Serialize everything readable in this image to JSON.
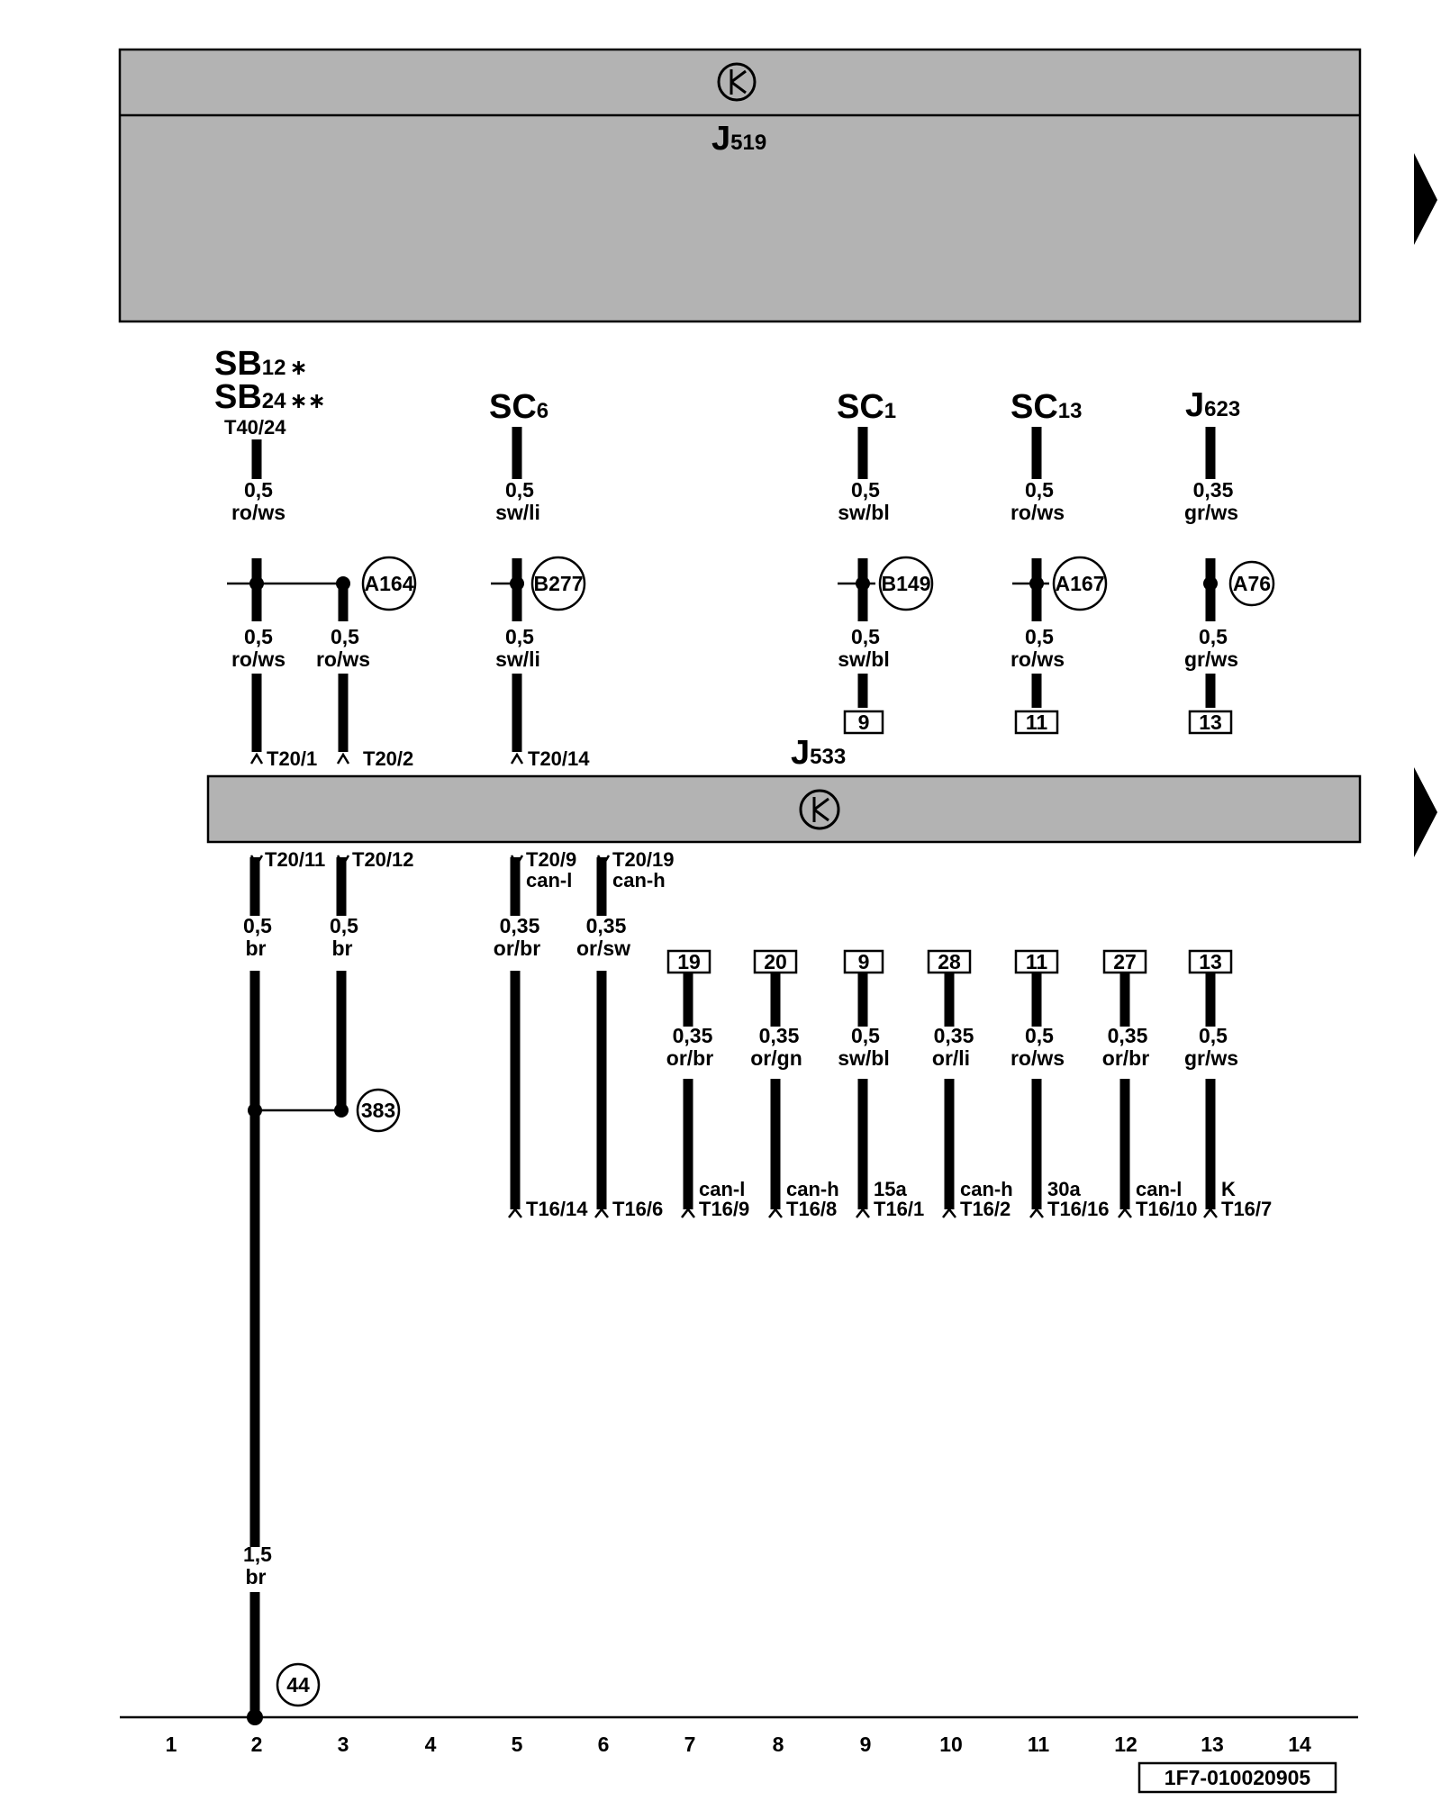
{
  "control_unit_top": {
    "id": "J",
    "sub": "519"
  },
  "gateway": {
    "id": "J",
    "sub": "533"
  },
  "sources": [
    {
      "id": "sb12",
      "main": "SB",
      "sub": "12",
      "extra": "∗"
    },
    {
      "id": "sb24",
      "main": "SB",
      "sub": "24",
      "extra": "∗∗"
    },
    {
      "id": "t40",
      "text": "T40/24"
    },
    {
      "id": "sc6",
      "main": "SC",
      "sub": "6"
    },
    {
      "id": "sc1",
      "main": "SC",
      "sub": "1"
    },
    {
      "id": "sc13",
      "main": "SC",
      "sub": "13"
    },
    {
      "id": "j623",
      "main": "J",
      "sub": "623"
    }
  ],
  "wire_labels": [
    {
      "id": "w1",
      "size": "0,5",
      "color": "ro/ws"
    },
    {
      "id": "w2",
      "size": "0,5",
      "color": "sw/li"
    },
    {
      "id": "w3",
      "size": "0,5",
      "color": "sw/bl"
    },
    {
      "id": "w4",
      "size": "0,5",
      "color": "ro/ws"
    },
    {
      "id": "w5",
      "size": "0,35",
      "color": "gr/ws"
    },
    {
      "id": "w6",
      "size": "0,5",
      "color": "ro/ws"
    },
    {
      "id": "w7",
      "size": "0,5",
      "color": "ro/ws"
    },
    {
      "id": "w8",
      "size": "0,5",
      "color": "sw/li"
    },
    {
      "id": "w9",
      "size": "0,5",
      "color": "sw/bl"
    },
    {
      "id": "w10",
      "size": "0,5",
      "color": "ro/ws"
    },
    {
      "id": "w11",
      "size": "0,5",
      "color": "gr/ws"
    },
    {
      "id": "w12",
      "size": "0,5",
      "color": "br"
    },
    {
      "id": "w13",
      "size": "0,5",
      "color": "br"
    },
    {
      "id": "w14",
      "size": "0,35",
      "color": "or/br"
    },
    {
      "id": "w15",
      "size": "0,35",
      "color": "or/sw"
    },
    {
      "id": "w16",
      "size": "0,35",
      "color": "or/br"
    },
    {
      "id": "w17",
      "size": "0,35",
      "color": "or/gn"
    },
    {
      "id": "w18",
      "size": "0,5",
      "color": "sw/bl"
    },
    {
      "id": "w19",
      "size": "0,35",
      "color": "or/li"
    },
    {
      "id": "w20",
      "size": "0,5",
      "color": "ro/ws"
    },
    {
      "id": "w21",
      "size": "0,35",
      "color": "or/br"
    },
    {
      "id": "w22",
      "size": "0,5",
      "color": "gr/ws"
    },
    {
      "id": "w23",
      "size": "1,5",
      "color": "br"
    }
  ],
  "connection_points": [
    "A164",
    "B277",
    "B149",
    "A167",
    "A76",
    "383",
    "44"
  ],
  "ref_boxes_upper": [
    "9",
    "11",
    "13"
  ],
  "ref_boxes_lower": [
    "19",
    "20",
    "9",
    "28",
    "11",
    "27",
    "13"
  ],
  "pins_top": [
    "T20/1",
    "T20/2",
    "T20/14"
  ],
  "pins_bottom": [
    {
      "pin": "T20/11",
      "signal": ""
    },
    {
      "pin": "T20/12",
      "signal": ""
    },
    {
      "pin": "T20/9",
      "signal": "can-l"
    },
    {
      "pin": "T20/19",
      "signal": "can-h"
    }
  ],
  "diag_pins": [
    {
      "signal": "",
      "pin": "T16/14"
    },
    {
      "signal": "",
      "pin": "T16/6"
    },
    {
      "signal": "can-l",
      "pin": "T16/9"
    },
    {
      "signal": "can-h",
      "pin": "T16/8"
    },
    {
      "signal": "15a",
      "pin": "T16/1"
    },
    {
      "signal": "can-h",
      "pin": "T16/2"
    },
    {
      "signal": "30a",
      "pin": "T16/16"
    },
    {
      "signal": "can-l",
      "pin": "T16/10"
    },
    {
      "signal": "K",
      "pin": "T16/7"
    }
  ],
  "grid_numbers": [
    "1",
    "2",
    "3",
    "4",
    "5",
    "6",
    "7",
    "8",
    "9",
    "10",
    "11",
    "12",
    "13",
    "14"
  ],
  "diagram_code": "1F7-010020905"
}
